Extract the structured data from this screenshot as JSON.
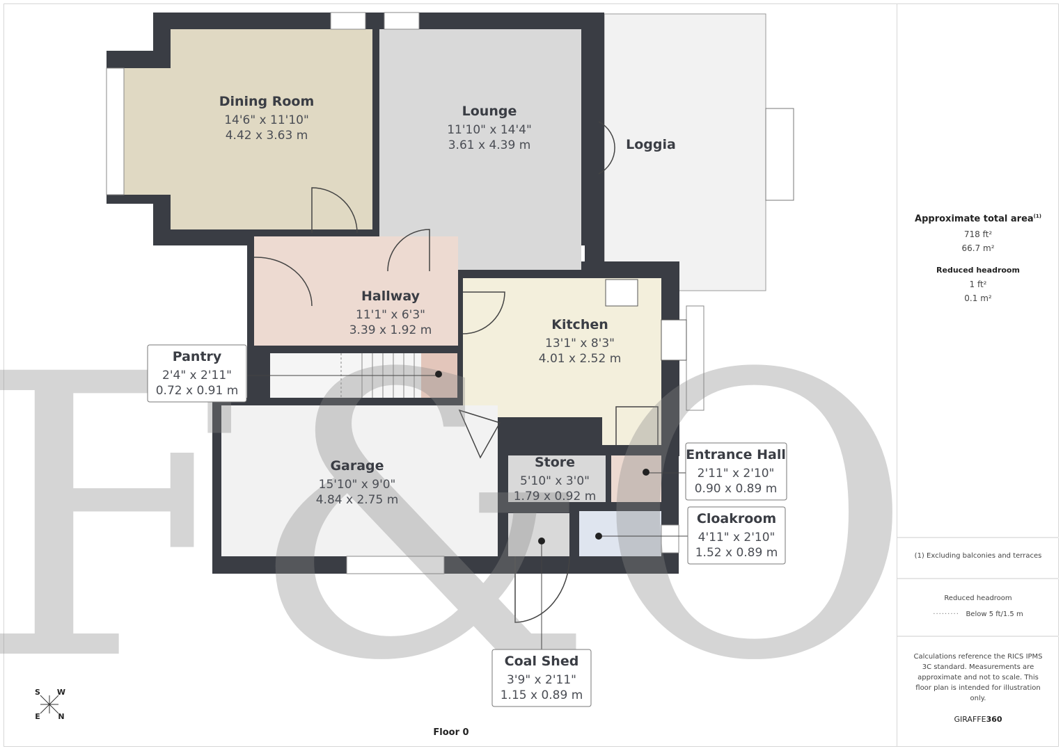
{
  "logo_watermark": "F&O",
  "rooms": {
    "dining": {
      "name": "Dining Room",
      "imperial": "14'6\" x 11'10\"",
      "metric": "4.42 x 3.63 m"
    },
    "lounge": {
      "name": "Lounge",
      "imperial": "11'10\" x 14'4\"",
      "metric": "3.61 x 4.39 m"
    },
    "loggia": {
      "name": "Loggia"
    },
    "hallway": {
      "name": "Hallway",
      "imperial": "11'1\" x 6'3\"",
      "metric": "3.39 x 1.92 m"
    },
    "kitchen": {
      "name": "Kitchen",
      "imperial": "13'1\" x 8'3\"",
      "metric": "4.01 x 2.52 m"
    },
    "pantry": {
      "name": "Pantry",
      "imperial": "2'4\" x 2'11\"",
      "metric": "0.72 x 0.91 m"
    },
    "garage": {
      "name": "Garage",
      "imperial": "15'10\" x 9'0\"",
      "metric": "4.84 x 2.75 m"
    },
    "store": {
      "name": "Store",
      "imperial": "5'10\" x 3'0\"",
      "metric": "1.79 x 0.92 m"
    },
    "entrance": {
      "name": "Entrance Hall",
      "imperial": "2'11\" x 2'10\"",
      "metric": "0.90 x 0.89 m"
    },
    "cloakroom": {
      "name": "Cloakroom",
      "imperial": "4'11\" x 2'10\"",
      "metric": "1.52 x 0.89 m"
    },
    "coalshed": {
      "name": "Coal Shed",
      "imperial": "3'9\" x 2'11\"",
      "metric": "1.15 x 0.89 m"
    }
  },
  "compass": {
    "s": "S",
    "w": "W",
    "e": "E",
    "n": "N"
  },
  "floor_label": "Floor 0",
  "panel": {
    "total_title": "Approximate total area",
    "total_sup": "(1)",
    "total_ft": "718 ft²",
    "total_m": "66.7 m²",
    "reduced_title": "Reduced headroom",
    "reduced_ft": "1 ft²",
    "reduced_m": "0.1 m²",
    "footnote": "(1) Excluding balconies and terraces",
    "legend_title": "Reduced headroom",
    "legend_item": "Below 5 ft/1.5 m",
    "disclaimer": "Calculations reference the RICS IPMS 3C standard. Measurements are approximate and not to scale. This floor plan is intended for illustration only.",
    "brand_a": "GIRAFFE",
    "brand_b": "360"
  },
  "colors": {
    "wall": "#3a3d44",
    "dining": "#e0d9c3",
    "lounge": "#d9d9d9",
    "hall": "#eddad1",
    "kitchen": "#f3efdc",
    "cloak": "#dfe5ef",
    "light": "#f2f2f2"
  }
}
